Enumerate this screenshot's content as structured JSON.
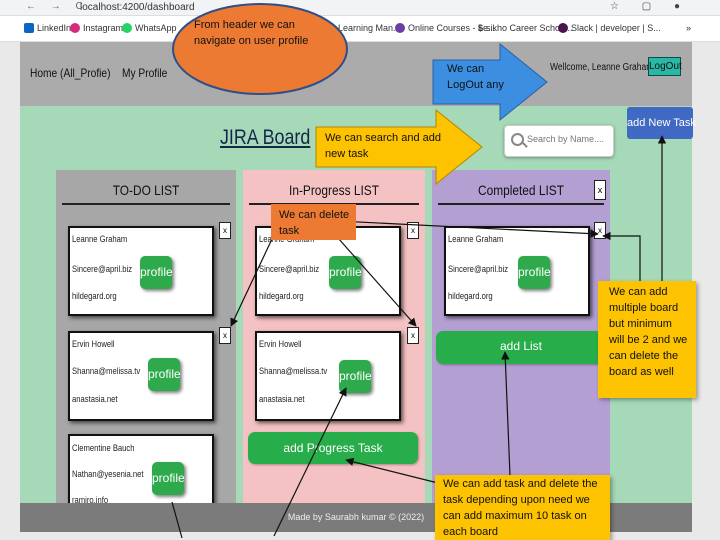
{
  "browser": {
    "nav_glyphs": "← → C",
    "url": "localhost:4200/dashboard",
    "window_glyphs": "☆ ▢ ●",
    "bookmarks": [
      "LinkedIn",
      "Instagram",
      "WhatsApp",
      "Learning Man...",
      "Online Courses - Le...",
      "sikho Career Schoo...",
      "Slack | developer | S...",
      "»"
    ]
  },
  "header": {
    "home_label": "Home (All_Profie)",
    "profile_label": "My Profile",
    "welcome_text": "Wellcome, Leanne Graham",
    "logout_label": "LogOut"
  },
  "board": {
    "title": "JIRA Board",
    "search_placeholder": "Search by Name....",
    "add_task_label": "add New Task"
  },
  "columns": [
    {
      "title": "TO-DO LIST",
      "color": "#a7a7a7"
    },
    {
      "title": "In-Progress LIST",
      "color": "#f4c2c2"
    },
    {
      "title": "Completed LIST",
      "color": "#b49fd3"
    }
  ],
  "cards": {
    "todo": [
      {
        "name": "Leanne Graham",
        "email": "Sincere@april.biz",
        "website": "hildegard.org"
      },
      {
        "name": "Ervin Howell",
        "email": "Shanna@melissa.tv",
        "website": "anastasia.net"
      },
      {
        "name": "Clementine Bauch",
        "email": "Nathan@yesenia.net",
        "website": "ramiro.info"
      }
    ],
    "progress": [
      {
        "name": "Leanne Graham",
        "email": "Sincere@april.biz",
        "website": "hildegard.org"
      },
      {
        "name": "Ervin Howell",
        "email": "Shanna@melissa.tv",
        "website": "anastasia.net"
      }
    ],
    "completed": [
      {
        "name": "Leanne Graham",
        "email": "Sincere@april.biz",
        "website": "hildegard.org"
      }
    ],
    "profile_label": "profile",
    "close_glyph": "x"
  },
  "buttons": {
    "add_progress_task": "add Progress Task",
    "add_list": "add List"
  },
  "footer": {
    "text": "Made by Saurabh kumar © (2022)"
  },
  "annotations": {
    "header_nav": "From header we can navigate on user profile",
    "logout": "We can LogOut any",
    "search_add": "We can search and add new task",
    "delete_task": "We can delete task",
    "multiple_board": "We can add multiple board but minimum will be 2 and we can delete the board as well",
    "add_delete_task": "We can add task and delete the task depending upon need we can add maximum 10 task on each board"
  },
  "colors": {
    "app_background": "#a6d9b8",
    "header": "#ababab",
    "profile_button": "#2eaa4c",
    "add_task_button": "#3f69c2",
    "logout_button": "#2bb7a5",
    "callout_yellow": "#fdc200",
    "callout_orange": "#ec7a32",
    "callout_blue": "#3b8ee0"
  }
}
